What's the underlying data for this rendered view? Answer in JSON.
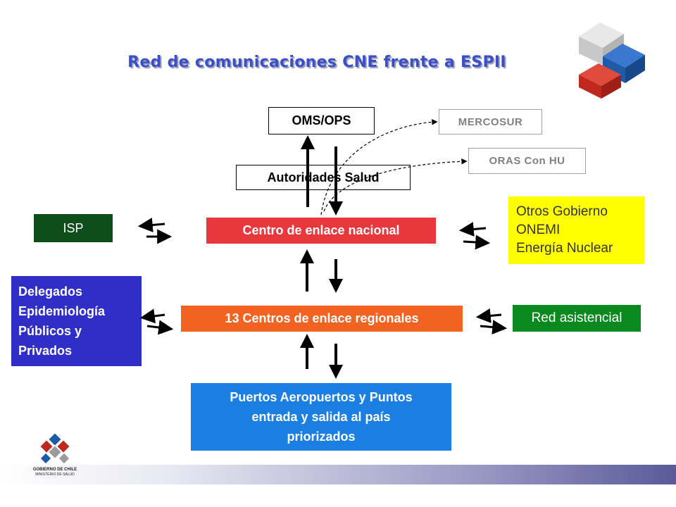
{
  "title": "Red de comunicaciones CNE frente a ESPII",
  "nodes": {
    "oms": "OMS/OPS",
    "mercosur": "MERCOSUR",
    "oras": "ORAS Con HU",
    "autoridades": "Autoridades Salud",
    "isp": "ISP",
    "centro_nacional": "Centro de enlace nacional",
    "otros_gobierno": [
      "Otros Gobierno",
      "ONEMI",
      "Energía Nuclear"
    ],
    "delegados": [
      "Delegados",
      "Epidemiología",
      "Públicos y",
      "Privados"
    ],
    "centros_regionales": "13 Centros de enlace regionales",
    "red_asistencial": "Red asistencial",
    "puertos": [
      "Puertos Aeropuertos y Puntos",
      "entrada y salida al país",
      "priorizados"
    ]
  },
  "colors": {
    "title": "#3d4fc8",
    "isp": "#0f4d1a",
    "centro_nacional": "#e8383d",
    "otros_gobierno": "#ffff00",
    "delegados": "#2f2fc8",
    "centros_regionales": "#f26322",
    "red_asistencial": "#0a8a1e",
    "puertos": "#1a7fe0"
  },
  "logo": {
    "name": "GOBIERNO DE CHILE",
    "subtitle": "MINISTERIO DE SALUD"
  }
}
